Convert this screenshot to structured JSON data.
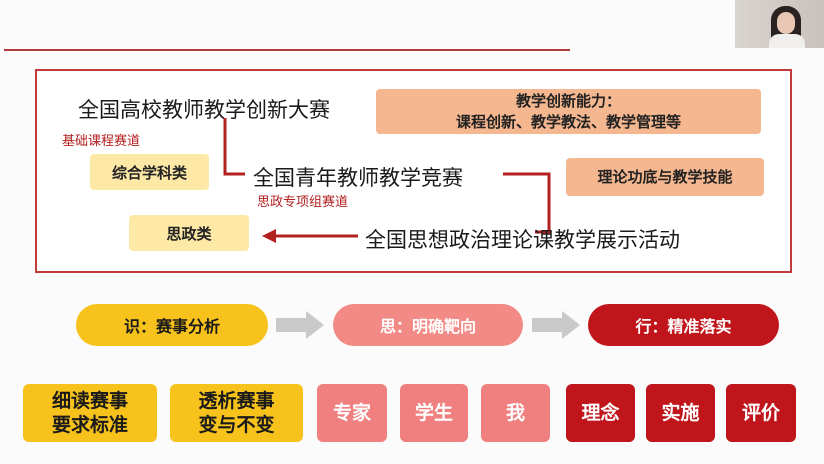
{
  "diagram": {
    "title_main": "全国高校教师教学创新大赛",
    "title_youth": "全国青年教师教学竞赛",
    "title_ideo": "全国思想政治理论课教学展示活动",
    "track_basic": "基础课程赛道",
    "track_ideo": "思政专项组赛道",
    "box_comprehensive": "综合学科类",
    "box_ideo": "思政类",
    "box_innovation_line1": "教学创新能力：",
    "box_innovation_line2": "课程创新、教学教法、教学管理等",
    "box_theory": "理论功底与教学技能"
  },
  "flow": {
    "step1": "识：赛事分析",
    "step2": "思：明确靶向",
    "step3": "行：精准落实"
  },
  "tiles": {
    "t1_line1": "细读赛事",
    "t1_line2": "要求标准",
    "t2_line1": "透析赛事",
    "t2_line2": "变与不变",
    "t3": "专家",
    "t4": "学生",
    "t5": "我",
    "t6": "理念",
    "t7": "实施",
    "t8": "评价"
  },
  "colors": {
    "frame_red": "#c23b3b",
    "peach": "#f5b78f",
    "light_yellow": "#fde8a6",
    "gold": "#f7c21b",
    "salmon": "#f08080",
    "dark_red": "#c0161b"
  }
}
